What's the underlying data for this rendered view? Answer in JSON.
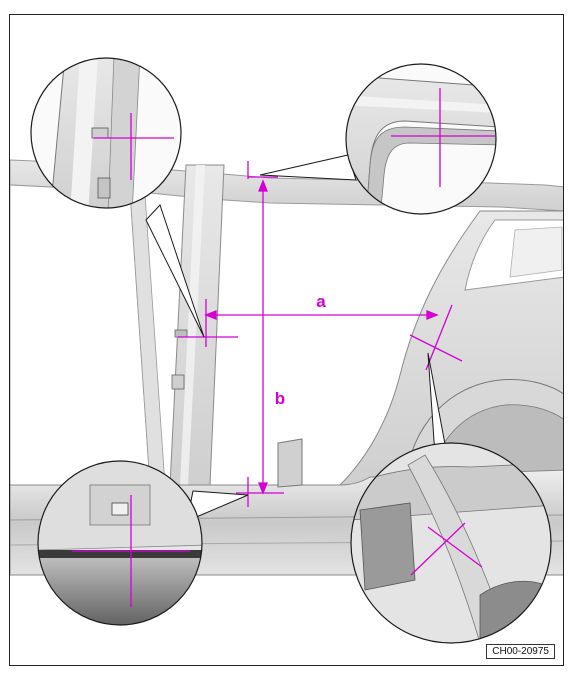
{
  "dimensions": {
    "a": "a",
    "b": "b"
  },
  "figure_id": "CH00-20975",
  "colors": {
    "dimension_line": "#d400d4",
    "body_panel": "#dcdcdc",
    "outline": "#1a1a1a"
  }
}
